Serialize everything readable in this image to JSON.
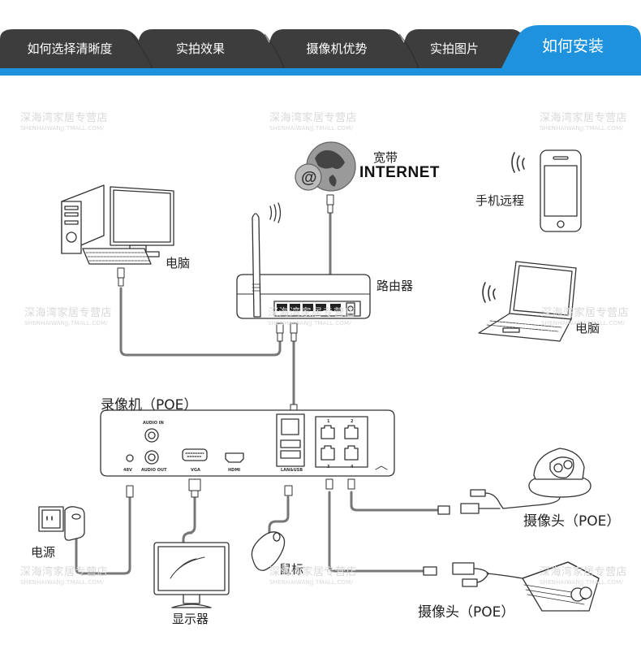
{
  "tabs": [
    {
      "label": "如何选择清晰度",
      "active": false
    },
    {
      "label": "实拍效果",
      "active": false
    },
    {
      "label": "摄像机优势",
      "active": false
    },
    {
      "label": "实拍图片",
      "active": false
    },
    {
      "label": "如何安装",
      "active": true
    }
  ],
  "colors": {
    "tab_inactive": "#3d3d3d",
    "tab_active": "#1e92dd",
    "accent_bar": "#1e92dd",
    "cable": "#777777",
    "watermark": "#d8d8d8"
  },
  "watermark": {
    "cn": "深海湾家居专营店",
    "en": "SHENHAIWANJJ.TMALL.COM/"
  },
  "diagram": {
    "internet": {
      "label_cn": "宽带",
      "label_en": "INTERNET",
      "icon": "globe-at-icon"
    },
    "phone": {
      "label": "手机远程",
      "icon": "smartphone-icon"
    },
    "desktop": {
      "label": "电脑",
      "icon": "desktop-computer-icon"
    },
    "router": {
      "label": "路由器",
      "icon": "wireless-router-icon"
    },
    "laptop": {
      "label": "电脑",
      "icon": "laptop-icon"
    },
    "nvr": {
      "label": "录像机（POE）",
      "icon": "nvr-recorder-icon",
      "ports": {
        "audio_in": "AUDIO IN",
        "audio_out": "AUDIO OUT",
        "power": "48V",
        "vga": "VGA",
        "hdmi": "HDMI",
        "lan_usb": "LAN&USB",
        "poe_ports": [
          "1",
          "2",
          "3",
          "4"
        ]
      }
    },
    "power": {
      "label": "电源",
      "icon": "power-adapter-icon"
    },
    "monitor": {
      "label": "显示器",
      "icon": "monitor-icon"
    },
    "mouse": {
      "label": "鼠标",
      "icon": "mouse-icon"
    },
    "dome_camera": {
      "label": "摄像头（POE）",
      "icon": "dome-camera-icon"
    },
    "bullet_camera": {
      "label": "摄像头（POE）",
      "icon": "bullet-camera-icon"
    }
  }
}
